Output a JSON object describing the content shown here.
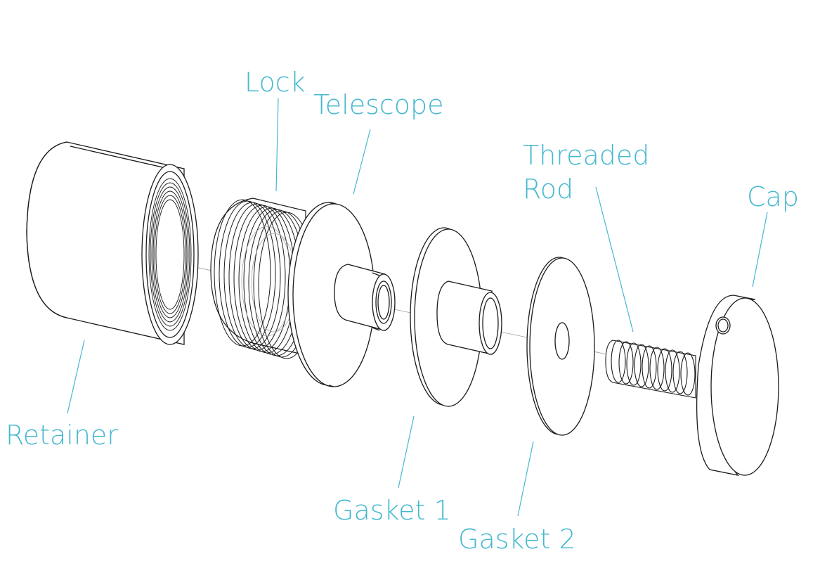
{
  "colors": {
    "label": "#45b8cf",
    "leader": "#45b8cf",
    "line": "#1a1a1a",
    "axis": "#9a9a9a",
    "background": "#ffffff"
  },
  "labels": {
    "lock": "Lock",
    "telescope": "Telescope",
    "threaded_rod_line1": "Threaded",
    "threaded_rod_line2": "Rod",
    "cap": "Cap",
    "retainer": "Retainer",
    "gasket_1": "Gasket 1",
    "gasket_2": "Gasket 2"
  }
}
